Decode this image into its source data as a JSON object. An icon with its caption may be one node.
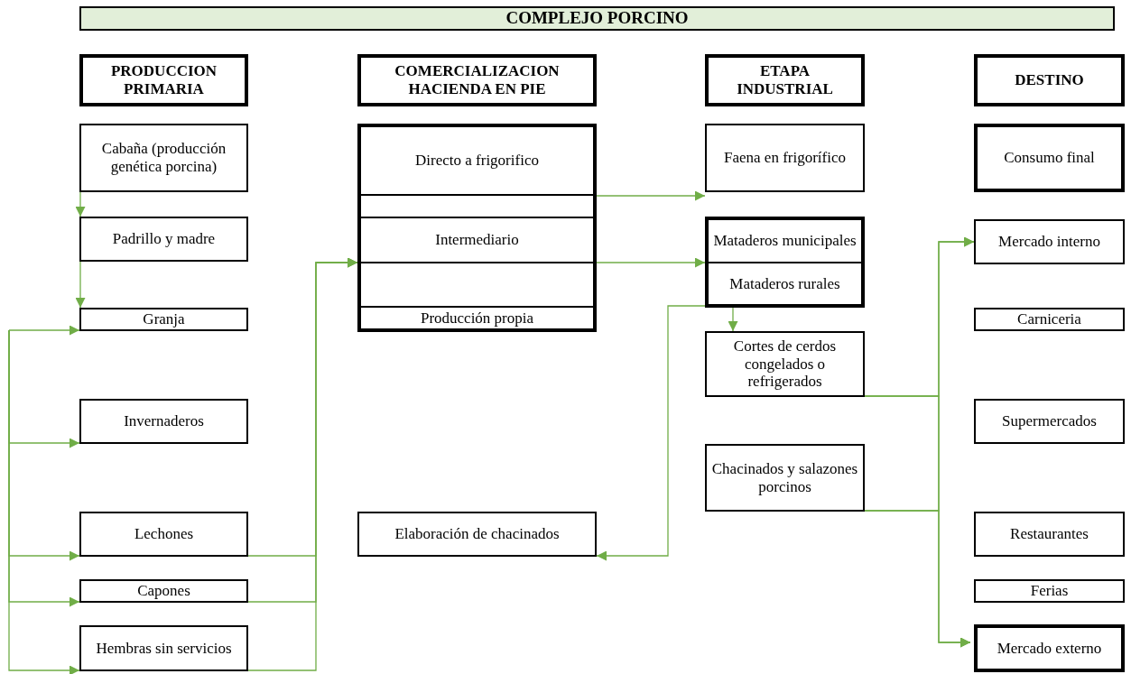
{
  "diagram": {
    "title": "COMPLEJO PORCINO",
    "nodes": [
      {
        "text": [
          "PRODUCCION PRIMARIA"
        ]
      },
      {
        "text": [
          "COMERCIALIZACION HACIENDA EN PIE"
        ]
      },
      {
        "text": [
          "ETAPA INDUSTRIAL"
        ]
      },
      {
        "text": [
          "DESTINO"
        ]
      },
      {
        "text": [
          "Cabaña (producción genética porcina)"
        ]
      },
      {
        "text": [
          "Padrillo y madre"
        ]
      },
      {
        "text": [
          "Granja"
        ]
      },
      {
        "text": [
          "Invernaderos"
        ]
      },
      {
        "text": [
          "Lechones"
        ]
      },
      {
        "text": [
          "Capones"
        ]
      },
      {
        "text": [
          "Hembras sin servicios"
        ]
      },
      {
        "text": [],
        "shape": "box"
      },
      {
        "text": [
          "Directo a frigorifico"
        ],
        "in": 11
      },
      {
        "text": [
          "Intermediario"
        ],
        "in": 11
      },
      {
        "text": [
          "Producción propia"
        ],
        "in": 11
      },
      {
        "text": [
          "Elaboración de chacinados"
        ]
      },
      {
        "text": [
          "Faena en frigorífico"
        ]
      },
      {
        "text": [],
        "shape": "box"
      },
      {
        "text": [
          "Mataderos municipales"
        ],
        "in": 17
      },
      {
        "text": [
          "Mataderos rurales"
        ],
        "in": 17
      },
      {
        "text": [
          "Cortes de cerdos congelados o refrigerados"
        ]
      },
      {
        "text": [
          "Chacinados y salazones porcinos"
        ]
      },
      {
        "text": [
          "Consumo final"
        ]
      },
      {
        "text": [
          "Mercado interno"
        ]
      },
      {
        "text": [
          "Carniceria"
        ]
      },
      {
        "text": [
          "Supermercados"
        ]
      },
      {
        "text": [
          "Restaurantes"
        ]
      },
      {
        "text": [
          "Ferias"
        ]
      },
      {
        "text": [
          "Mercado externo"
        ]
      }
    ],
    "edges": [
      {
        "from": 4,
        "to": 5,
        "arrow": "to"
      },
      {
        "from": 5,
        "to": 6,
        "arrow": "to"
      },
      {
        "from": null,
        "to": 6,
        "arrow": "to"
      },
      {
        "from": null,
        "to": 7,
        "arrow": "to"
      },
      {
        "from": null,
        "to": 8,
        "arrow": "to"
      },
      {
        "from": null,
        "to": 9,
        "arrow": "to"
      },
      {
        "from": null,
        "to": 10,
        "arrow": "to"
      },
      {
        "from": 8,
        "to": 13,
        "arrow": "to"
      },
      {
        "from": 9,
        "to": 13,
        "arrow": "to"
      },
      {
        "from": 10,
        "to": 13,
        "arrow": "to"
      },
      {
        "from": 12,
        "to": 16,
        "arrow": "to"
      },
      {
        "from": 13,
        "to": 17,
        "arrow": "to"
      },
      {
        "from": 19,
        "to": 20,
        "arrow": "to"
      },
      {
        "from": 19,
        "to": 15,
        "arrow": "to"
      },
      {
        "from": 20,
        "to": 23,
        "arrow": "to"
      },
      {
        "from": 20,
        "to": 28,
        "arrow": "to"
      },
      {
        "from": 21,
        "to": 23,
        "arrow": "to"
      },
      {
        "from": 21,
        "to": 28,
        "arrow": "to"
      }
    ]
  }
}
